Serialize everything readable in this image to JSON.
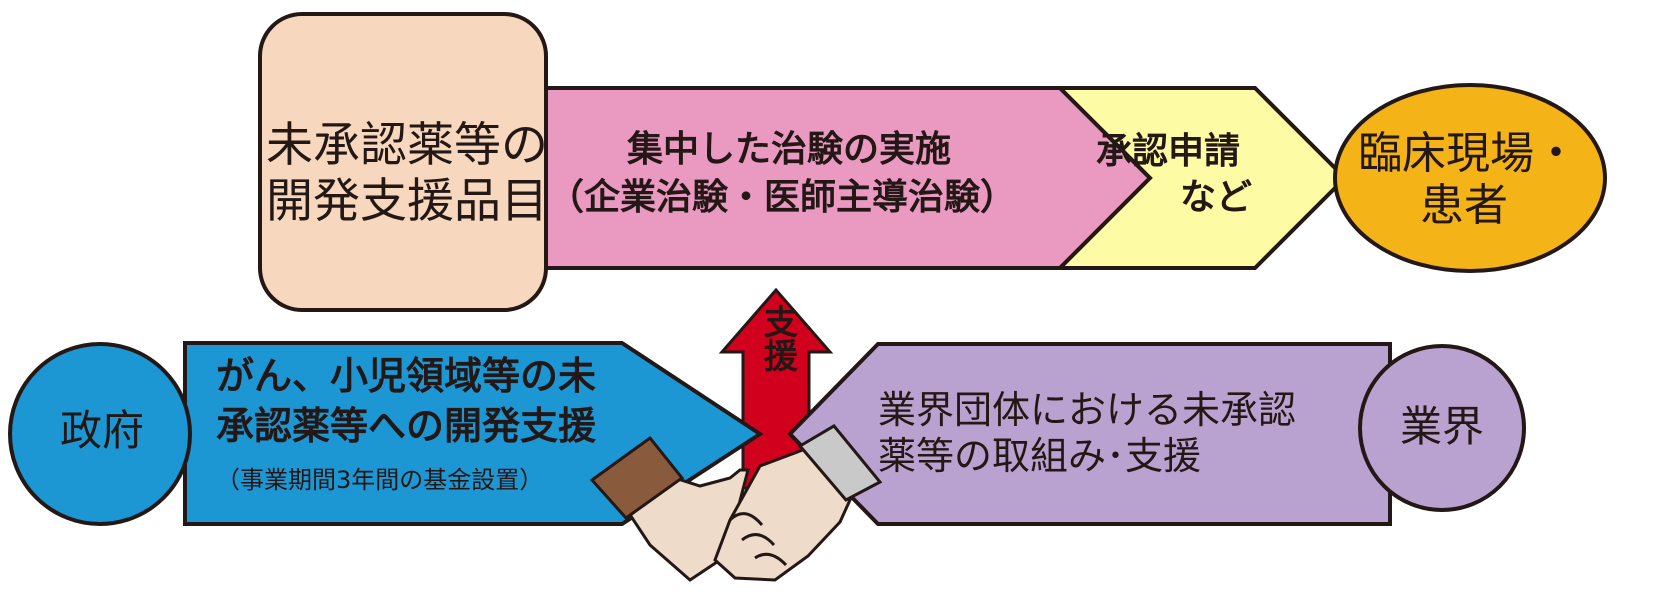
{
  "nodes": {
    "development_items": {
      "lines": [
        "未承認薬等の",
        "開発支援品目"
      ]
    },
    "clinical_trials": {
      "lines": [
        "集中した治験の実施",
        "（企業治験・医師主導治験）"
      ]
    },
    "approval_application": {
      "lines": [
        "承認申請",
        "など"
      ]
    },
    "clinical_patients": {
      "lines": [
        "臨床現場・",
        "患者"
      ]
    },
    "government": {
      "label": "政府"
    },
    "government_support": {
      "lines": [
        "がん、小児領域等の未",
        "承認薬等への開発支援"
      ],
      "note": "（事業期間3年間の基金設置）"
    },
    "industry_support": {
      "lines": [
        "業界団体における未承認",
        "薬等の取組み･支援"
      ]
    },
    "industry": {
      "label": "業界"
    },
    "support_arrow": {
      "label": "支援"
    }
  },
  "colors": {
    "development_items": "#f7d7bd",
    "clinical_trials": "#ea9ac1",
    "approval_application": "#fdfba4",
    "clinical_patients": "#f4b417",
    "government": "#1d96d4",
    "government_support": "#1d96d4",
    "industry": "#b9a2cf",
    "industry_support": "#b9a2cf",
    "support_arrow": "#d1001c",
    "outline": "#231815"
  },
  "icons": {
    "handshake": "handshake-icon"
  }
}
